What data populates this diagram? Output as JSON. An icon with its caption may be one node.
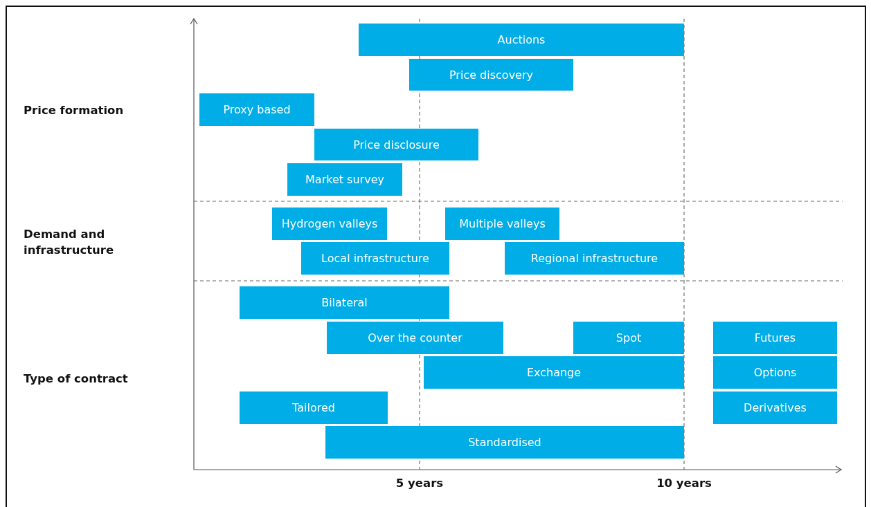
{
  "diagram": {
    "nodes": [
      {
        "text": [
          "Auctions"
        ]
      },
      {
        "text": [
          "Price discovery"
        ]
      },
      {
        "text": [
          "Proxy based"
        ]
      },
      {
        "text": [
          "Price disclosure"
        ]
      },
      {
        "text": [
          "Market survey"
        ]
      },
      {
        "text": [
          "Hydrogen valleys"
        ]
      },
      {
        "text": [
          "Multiple valleys"
        ]
      },
      {
        "text": [
          "Local infrastructure"
        ]
      },
      {
        "text": [
          "Regional infrastructure"
        ]
      },
      {
        "text": [
          "Bilateral"
        ]
      },
      {
        "text": [
          "Over the counter"
        ]
      },
      {
        "text": [
          "Spot"
        ]
      },
      {
        "text": [
          "Futures"
        ]
      },
      {
        "text": [
          "Exchange"
        ]
      },
      {
        "text": [
          "Options"
        ]
      },
      {
        "text": [
          "Tailored"
        ]
      },
      {
        "text": [
          "Derivatives"
        ]
      },
      {
        "text": [
          "Standardised"
        ]
      }
    ],
    "labels": [
      "Price formation",
      "Demand and infrastructure",
      "Type of contract",
      "5 years",
      "10 years"
    ]
  }
}
